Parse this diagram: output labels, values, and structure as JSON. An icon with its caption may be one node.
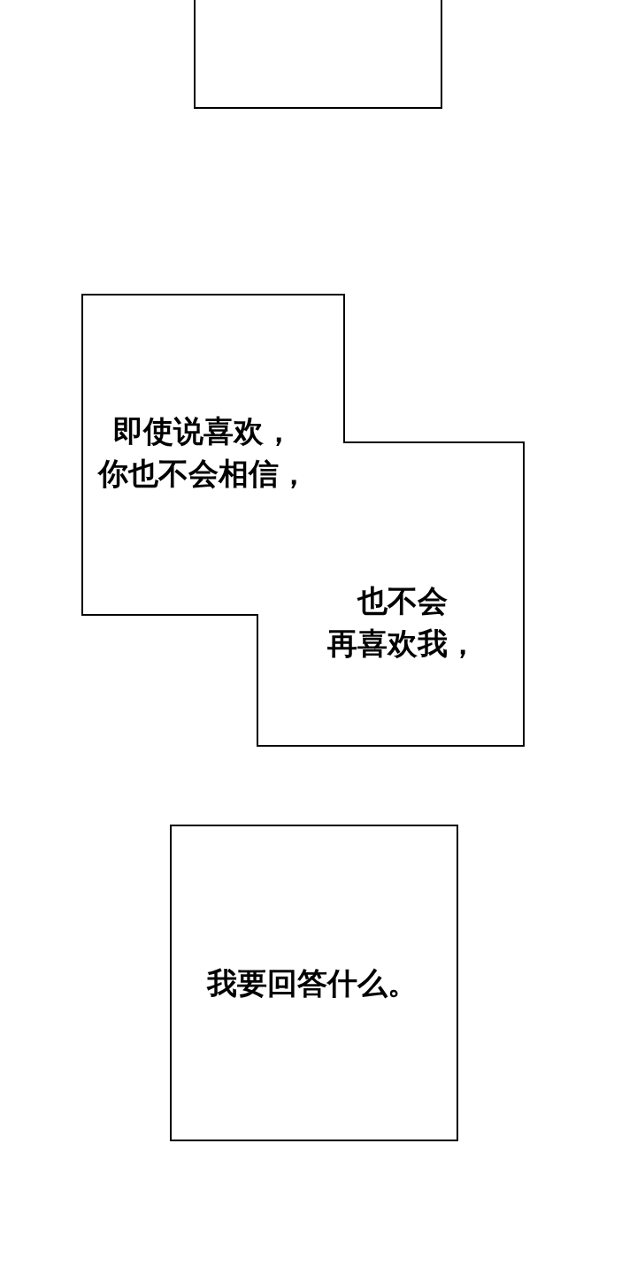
{
  "diagram": {
    "nodes": [
      {
        "text": [],
        "shape": "box"
      },
      {
        "text": [
          "即使说喜欢，你也不会相信，"
        ]
      },
      {
        "text": [
          "也不会再喜欢我，"
        ]
      },
      {
        "text": [
          "我要回答什么。"
        ]
      }
    ]
  }
}
